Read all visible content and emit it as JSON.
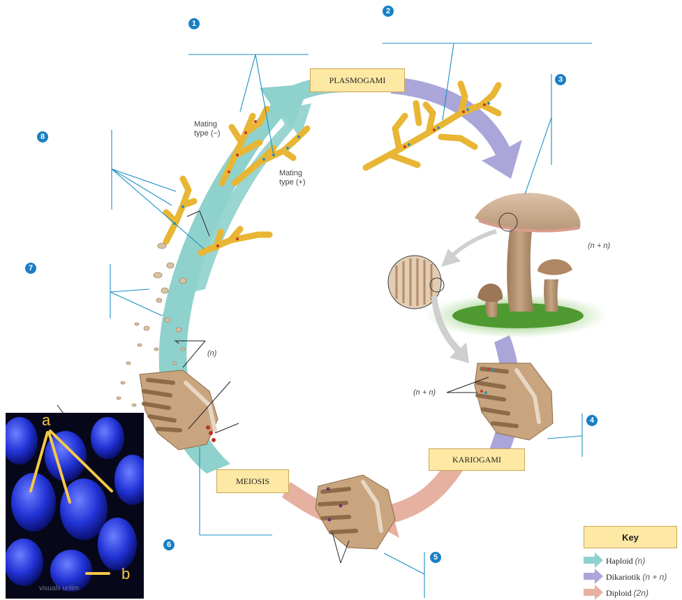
{
  "colors": {
    "haploid": "#8fd1cc",
    "dikaryotic": "#aaa6d9",
    "diploid": "#e6b1a0",
    "label_box": "#fde9a4",
    "leader_line": "#1a8fc4",
    "number_badge": "#1a7fc4"
  },
  "stages": {
    "plasmogamy": "PLASMOGAMI",
    "karyogamy": "KARIOGAMI",
    "meiosis": "MEIOSIS"
  },
  "numbers": [
    "1",
    "2",
    "3",
    "4",
    "5",
    "6",
    "7",
    "8"
  ],
  "labels": {
    "mating_minus_line1": "Mating",
    "mating_minus_line2": "type (−)",
    "mating_plus_line1": "Mating",
    "mating_plus_line2": "type (+)",
    "n_plus_n_fruiting": "(n + n)",
    "n_plus_n_gills": "(n + n)",
    "n_spores": "(n)"
  },
  "key": {
    "title": "Key",
    "items": [
      {
        "name": "Haploid",
        "ploidy": "(n)",
        "color": "#8fd1cc"
      },
      {
        "name": "Dikariotik",
        "ploidy": "(n + n)",
        "color": "#aaa6d9"
      },
      {
        "name": "Diploid",
        "ploidy": "(2n)",
        "color": "#e6b1a0"
      }
    ]
  },
  "micrograph": {
    "label_a": "a",
    "label_b": "b",
    "watermark": "visuals unlim"
  },
  "icons": [
    "mycelium-icon",
    "mushroom-icon",
    "spore-icon",
    "basidium-icon",
    "arrow-icon"
  ]
}
